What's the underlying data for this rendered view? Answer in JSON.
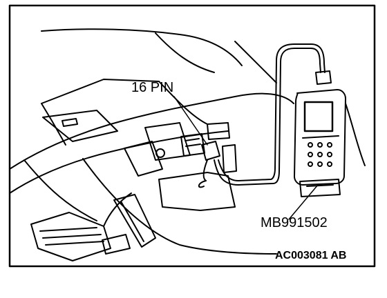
{
  "labels": {
    "connector": "16 PIN",
    "tool_part_number": "MB991502",
    "figure_code": "AC003081 AB"
  },
  "colors": {
    "line": "#000000",
    "background": "#ffffff"
  }
}
